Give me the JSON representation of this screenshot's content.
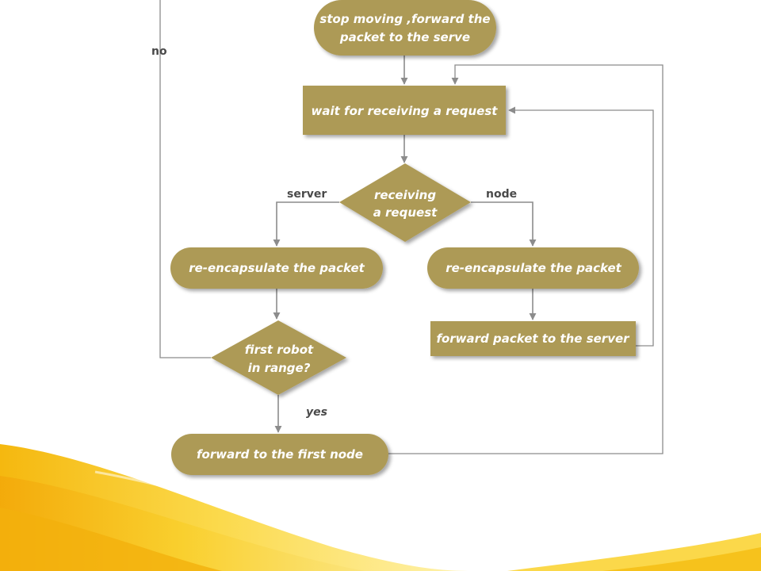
{
  "colors": {
    "node_fill": "#ad9a57",
    "node_text": "#ffffff",
    "edge": "#8c8c8c",
    "label_text": "#4a4a4a",
    "background": "#ffffff",
    "wave_yellow": "#f7c51e"
  },
  "nodes": {
    "stop_moving": {
      "line1": "stop moving ,forward the",
      "line2": "packet to the serve"
    },
    "wait_request": {
      "text": "wait for receiving a request"
    },
    "receiving_decision": {
      "line1": "receiving",
      "line2": "a request"
    },
    "reencap_server": {
      "text": "re-encapsulate the packet"
    },
    "reencap_node": {
      "text": "re-encapsulate the packet"
    },
    "first_robot_decision": {
      "line1": "first robot",
      "line2": "in range?"
    },
    "forward_packet_server": {
      "text": "forward packet to the server"
    },
    "forward_first_node": {
      "text": "forward to the first node"
    }
  },
  "edge_labels": {
    "no": "no",
    "server": "server",
    "node": "node",
    "yes": "yes"
  }
}
